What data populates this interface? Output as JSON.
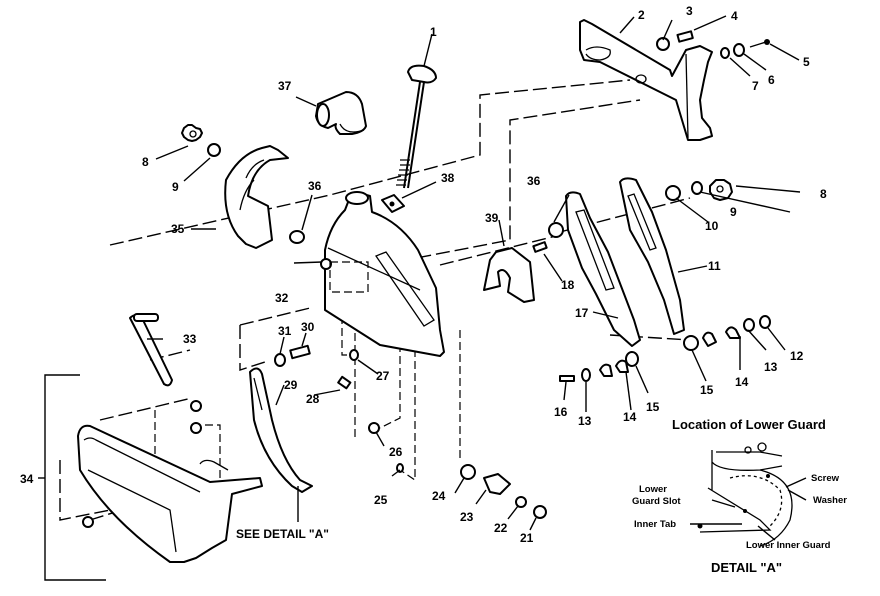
{
  "diagram": {
    "type": "exploded-parts-diagram",
    "subject": "Saw blade guard assembly",
    "callouts": [
      {
        "id": "c1",
        "label": "1"
      },
      {
        "id": "c2",
        "label": "2"
      },
      {
        "id": "c3",
        "label": "3"
      },
      {
        "id": "c4",
        "label": "4"
      },
      {
        "id": "c5",
        "label": "5"
      },
      {
        "id": "c6",
        "label": "6"
      },
      {
        "id": "c7",
        "label": "7"
      },
      {
        "id": "c8a",
        "label": "8"
      },
      {
        "id": "c8b",
        "label": "8"
      },
      {
        "id": "c9a",
        "label": "9"
      },
      {
        "id": "c9b",
        "label": "9"
      },
      {
        "id": "c10",
        "label": "10"
      },
      {
        "id": "c11",
        "label": "11"
      },
      {
        "id": "c12",
        "label": "12"
      },
      {
        "id": "c13a",
        "label": "13"
      },
      {
        "id": "c13b",
        "label": "13"
      },
      {
        "id": "c14a",
        "label": "14"
      },
      {
        "id": "c14b",
        "label": "14"
      },
      {
        "id": "c15a",
        "label": "15"
      },
      {
        "id": "c15b",
        "label": "15"
      },
      {
        "id": "c16",
        "label": "16"
      },
      {
        "id": "c17",
        "label": "17"
      },
      {
        "id": "c18",
        "label": "18"
      },
      {
        "id": "c21",
        "label": "21"
      },
      {
        "id": "c22",
        "label": "22"
      },
      {
        "id": "c23",
        "label": "23"
      },
      {
        "id": "c24",
        "label": "24"
      },
      {
        "id": "c25",
        "label": "25"
      },
      {
        "id": "c26",
        "label": "26"
      },
      {
        "id": "c27",
        "label": "27"
      },
      {
        "id": "c28",
        "label": "28"
      },
      {
        "id": "c29",
        "label": "29"
      },
      {
        "id": "c30",
        "label": "30"
      },
      {
        "id": "c31",
        "label": "31"
      },
      {
        "id": "c32",
        "label": "32"
      },
      {
        "id": "c33",
        "label": "33"
      },
      {
        "id": "c34",
        "label": "34"
      },
      {
        "id": "c35",
        "label": "35"
      },
      {
        "id": "c36a",
        "label": "36"
      },
      {
        "id": "c36b",
        "label": "36"
      },
      {
        "id": "c37",
        "label": "37"
      },
      {
        "id": "c38",
        "label": "38"
      },
      {
        "id": "c39",
        "label": "39"
      }
    ],
    "see_detail": "SEE DETAIL \"A\"",
    "detail": {
      "title": "Location of Lower Guard",
      "caption": "DETAIL \"A\"",
      "labels": {
        "screw": "Screw",
        "washer": "Washer",
        "lower_guard_slot_line1": "Lower",
        "lower_guard_slot_line2": "Guard Slot",
        "inner_tab": "Inner Tab",
        "lower_inner_guard": "Lower Inner Guard"
      }
    }
  }
}
